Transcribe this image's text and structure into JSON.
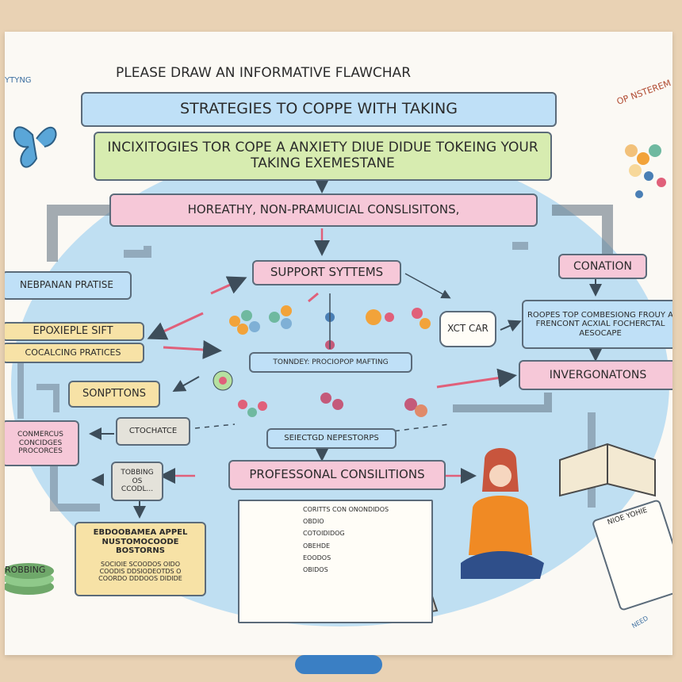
{
  "header": {
    "prompt": "PLEASE DRAW AN INFORMATIVE FLAWCHAR",
    "corner_left": "YTYNG",
    "corner_right": "OP NSTEREM"
  },
  "flow": {
    "title": "STRATEGIES TO COPPE   WITH TAKING",
    "subtitle": "INCIXITOGIES TOR COPE A ANXIETY DIUE DIDUE TOKEING YOUR TAKING EXEMESTANE",
    "top_bar": "HOREATHY, NON-PRAMUICIAL CONSLISITONS,",
    "support": "SUPPORT SYTTEMS",
    "conation": "CONATION",
    "right_block": "ROOPES TOP COMBESIONG FROUY A FRENCONT ACXIAL FOCHERCTAL AESOCAPE",
    "xct_car": "XCT CAR",
    "invergs": "INVERGONATONS",
    "nebpanan": "NEBPANAN   PRATISE",
    "epox": "EPOXIEPLE SIFT",
    "coalcing": "COCALCING PRATICES",
    "tonndey": "TONNDEY: PROCIOPOP MAFTING",
    "sonpttons": "SONPTTONS",
    "commerus": "CONMERCUS CONCIDGES PROCORCES",
    "ctochatce": "CTOCHATCE",
    "seiected": "SEIECTGD NEPESTORPS",
    "tobbing": "TOBBING OS CCODL...",
    "professional": "PROFESSONAL CONSILITIONS",
    "bottom_left_title": "EBDOOBAMEA APPEL NUSTOMOCOODE BOSTORNS",
    "bottom_left_items": [
      "SOCIOIE SCOODOS OIDO",
      "COODIS DDSIODEOTDS O",
      "COORDO DDDOOS DIDIDE"
    ],
    "panel_title": "CORITTS CON ONONDIDOS",
    "panel_items": [
      "OBDIO",
      "COTOIDIDOG",
      "OBEHDE",
      "EOODOS",
      "OBIDOS"
    ],
    "stack_label": "ROBBING",
    "notebook_title": "NIOE YOHIE",
    "marker_label": "NEED"
  },
  "colors": {
    "blob": "#b8dcf2",
    "pink": "#f6c8d8",
    "yellow": "#f7e2a6",
    "green": "#d7ecb0",
    "blue": "#bfe0f7"
  }
}
